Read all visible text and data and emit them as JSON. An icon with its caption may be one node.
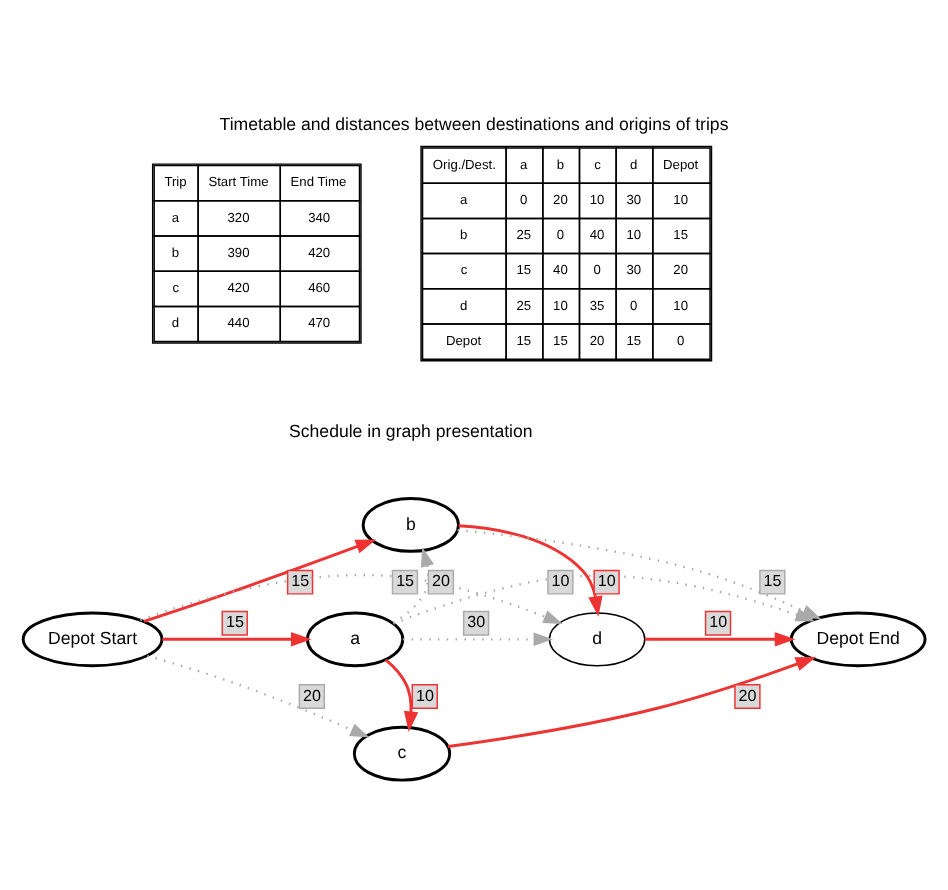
{
  "diagram": {
    "title": "Timetable and distances between destinations and origins of trips",
    "nodes": [
      {
        "text": [
          "Depot Start"
        ]
      },
      {
        "text": [
          "a"
        ]
      },
      {
        "text": [
          "b"
        ]
      },
      {
        "text": [
          "c"
        ]
      },
      {
        "text": [
          "d"
        ]
      },
      {
        "text": [
          "Depot End"
        ]
      }
    ],
    "edges": [
      {
        "from": 0,
        "to": 2,
        "arrow": "to",
        "label": "15",
        "color": "#ee3333"
      },
      {
        "from": 1,
        "to": 2,
        "arrow": "to",
        "label": "20",
        "style": "dashed",
        "color": "#aaaaaa"
      },
      {
        "from": 2,
        "to": 5,
        "arrow": "to",
        "label": "15",
        "style": "dashed",
        "color": "#aaaaaa"
      },
      {
        "from": 2,
        "to": 4,
        "arrow": "to",
        "label": "10",
        "color": "#ee3333"
      },
      {
        "from": 0,
        "to": 4,
        "arrow": "to",
        "label": "15",
        "style": "dashed",
        "color": "#aaaaaa"
      },
      {
        "from": 0,
        "to": 1,
        "arrow": "to",
        "label": "15",
        "color": "#ee3333"
      },
      {
        "from": 1,
        "to": 4,
        "arrow": "to",
        "label": "30",
        "style": "dashed",
        "color": "#aaaaaa"
      },
      {
        "from": 4,
        "to": 5,
        "arrow": "to",
        "label": "10",
        "color": "#ee3333"
      },
      {
        "from": 1,
        "to": 5,
        "arrow": "to",
        "label": "10",
        "style": "dashed",
        "color": "#aaaaaa"
      },
      {
        "from": 1,
        "to": 3,
        "arrow": "to",
        "label": "10",
        "color": "#ee3333"
      },
      {
        "from": 0,
        "to": 3,
        "arrow": "to",
        "label": "20",
        "style": "dashed",
        "color": "#aaaaaa"
      },
      {
        "from": 3,
        "to": 5,
        "arrow": "to",
        "label": "20",
        "color": "#ee3333"
      }
    ],
    "labels": [
      "Trip",
      "Start Time",
      "End Time",
      "a",
      "320",
      "340",
      "b",
      "390",
      "420",
      "c",
      "420",
      "460",
      "d",
      "440",
      "470",
      "Orig./Dest.",
      "a",
      "b",
      "c",
      "d",
      "Depot",
      "a",
      "0",
      "20",
      "10",
      "30",
      "10",
      "b",
      "25",
      "0",
      "40",
      "10",
      "15",
      "c",
      "15",
      "40",
      "0",
      "30",
      "20",
      "d",
      "25",
      "10",
      "35",
      "0",
      "10",
      "Depot",
      "15",
      "15",
      "20",
      "15",
      "0",
      "Schedule in graph presentation"
    ]
  }
}
